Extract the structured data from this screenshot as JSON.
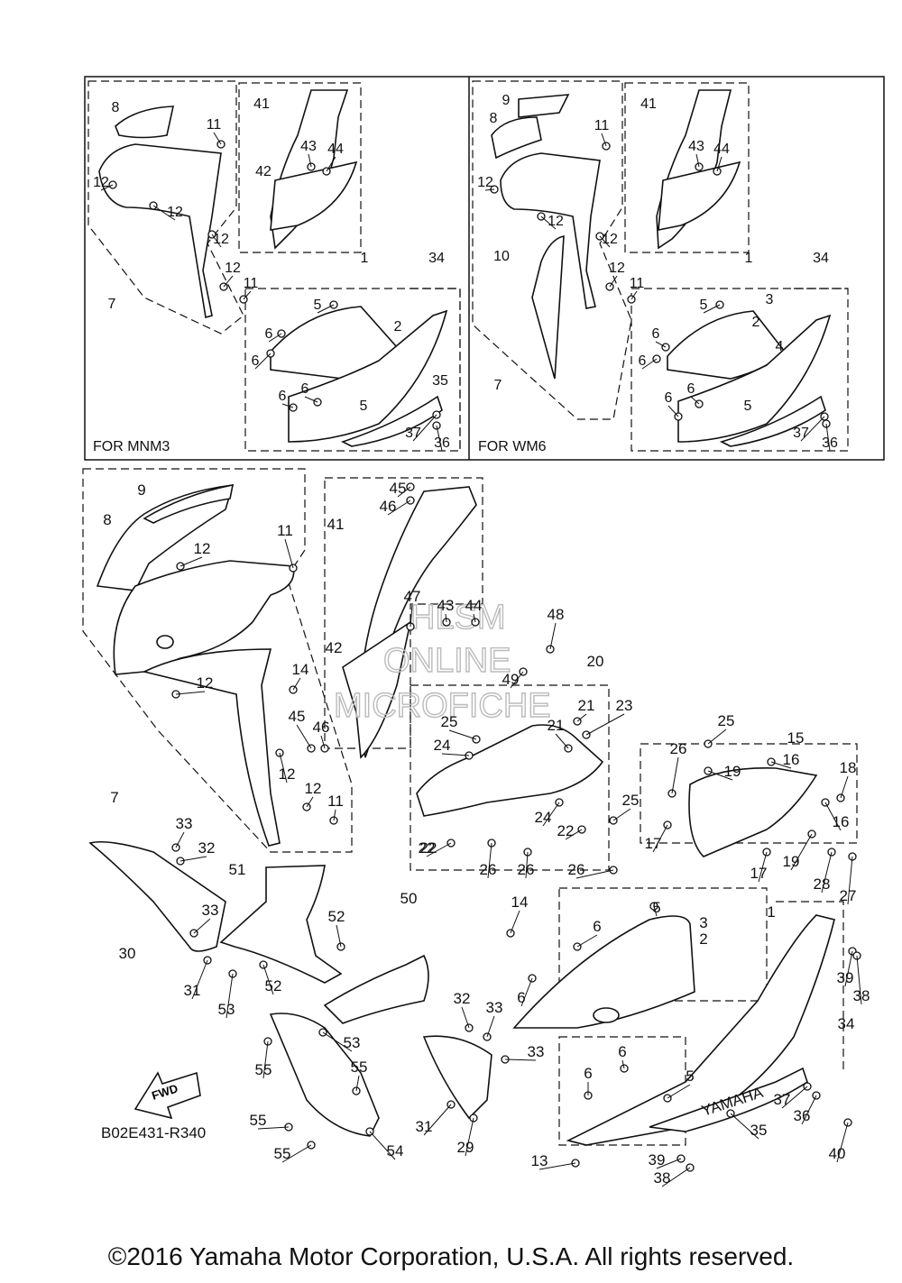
{
  "copyright": "©2016 Yamaha Motor Corporation, U.S.A. All rights reserved.",
  "diagram_code": "B02E431-R340",
  "fwd_label": "FWD",
  "watermark": [
    "HLSM",
    "ONLINE",
    "MICROFICHE"
  ],
  "insets": [
    {
      "caption": "FOR MNM3"
    },
    {
      "caption": "FOR WM6"
    }
  ],
  "brand_text": "YAMAHA",
  "callouts_inset_mnm3": [
    "8",
    "11",
    "41",
    "43",
    "44",
    "42",
    "12",
    "12",
    "12",
    "12",
    "11",
    "7",
    "1",
    "34",
    "5",
    "6",
    "6",
    "2",
    "6",
    "6",
    "35",
    "5",
    "37",
    "36"
  ],
  "callouts_inset_wm6": [
    "9",
    "8",
    "11",
    "41",
    "43",
    "44",
    "12",
    "12",
    "10",
    "12",
    "12",
    "11",
    "1",
    "34",
    "5",
    "3",
    "2",
    "4",
    "6",
    "6",
    "6",
    "6",
    "5",
    "7",
    "37",
    "36"
  ],
  "callouts_main": [
    "9",
    "8",
    "12",
    "11",
    "45",
    "46",
    "41",
    "47",
    "43",
    "44",
    "48",
    "42",
    "49",
    "14",
    "12",
    "20",
    "21",
    "23",
    "25",
    "21",
    "45",
    "46",
    "25",
    "24",
    "12",
    "12",
    "11",
    "15",
    "26",
    "16",
    "19",
    "18",
    "16",
    "7",
    "33",
    "32",
    "24",
    "22",
    "25",
    "22",
    "26",
    "26",
    "17",
    "19",
    "28",
    "27",
    "22",
    "26",
    "17",
    "51",
    "50",
    "14",
    "1",
    "52",
    "5",
    "6",
    "3",
    "2",
    "30",
    "33",
    "31",
    "53",
    "52",
    "6",
    "39",
    "38",
    "32",
    "33",
    "34",
    "53",
    "33",
    "55",
    "6",
    "55",
    "6",
    "5",
    "37",
    "36",
    "55",
    "31",
    "35",
    "29",
    "54",
    "55",
    "13",
    "39",
    "38",
    "40"
  ]
}
